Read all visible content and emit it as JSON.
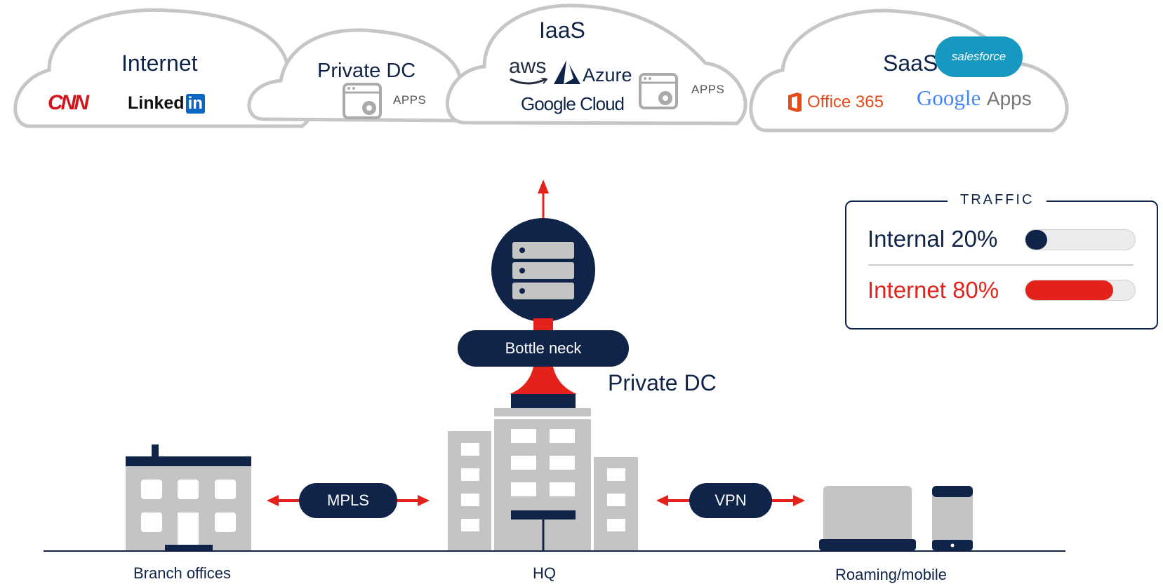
{
  "clouds": {
    "internet": {
      "title": "Internet",
      "logos": [
        "CNN",
        "Linked",
        "in"
      ]
    },
    "private_dc": {
      "title": "Private DC",
      "apps_label": "APPS"
    },
    "iaas": {
      "title": "IaaS",
      "logos": [
        "aws",
        "Azure",
        "Google Cloud"
      ],
      "apps_label": "APPS"
    },
    "saas": {
      "title": "SaaS",
      "logos": [
        "salesforce",
        "Office 365",
        "Google",
        "Apps"
      ]
    }
  },
  "traffic": {
    "title": "TRAFFIC",
    "internal": {
      "label": "Internal 20%",
      "level": 0.2,
      "color": "#0f2448"
    },
    "internet": {
      "label": "Internet 80%",
      "level": 0.8,
      "color": "#e3231b"
    }
  },
  "diagram": {
    "bottleneck_label": "Bottle neck",
    "private_dc_label": "Private DC",
    "mpls_label": "MPLS",
    "vpn_label": "VPN",
    "branch_label": "Branch offices",
    "hq_label": "HQ",
    "mobile_label": "Roaming/mobile"
  },
  "colors": {
    "navy": "#0f2448",
    "red": "#e3231b",
    "gray": "#c4c4c4"
  }
}
